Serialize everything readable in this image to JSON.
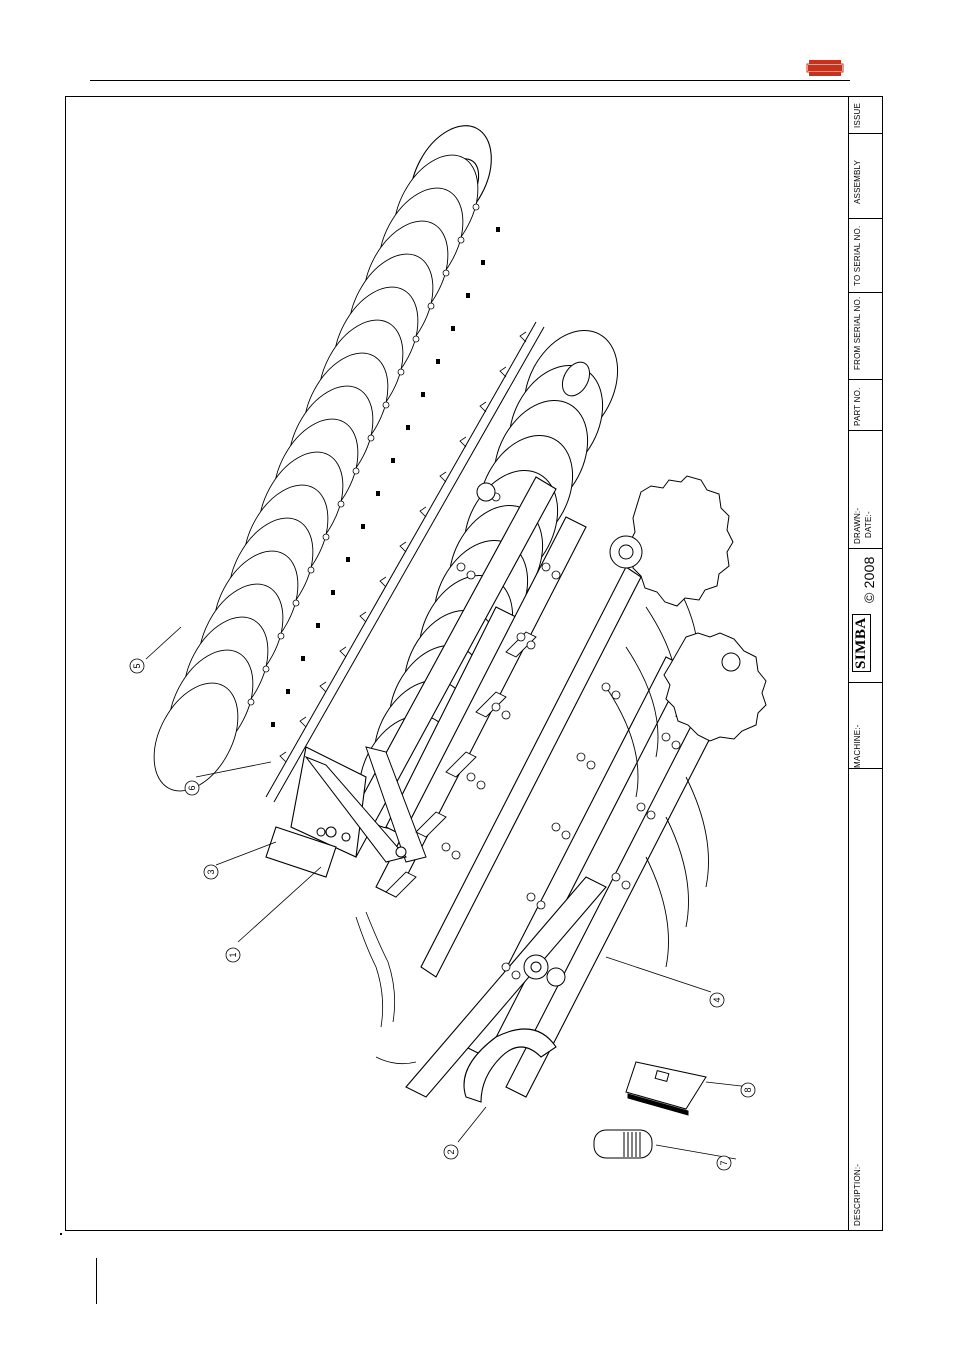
{
  "brand": {
    "logo_text": "SIMBA",
    "logo_color": "#c8311c"
  },
  "title_block": {
    "issue_label": "ISSUE",
    "assembly_label": "ASSEMBLY",
    "to_serial_label": "TO SERIAL NO.",
    "from_serial_label": "FROM SERIAL NO.",
    "part_no_label": "PART NO.",
    "drawn_label": "DRAWN:-",
    "date_label": "DATE:-",
    "copyright": "© 2008",
    "simba_mark": "SIMBA",
    "machine_label": "MACHINE:-",
    "description_label": "DESCRIPTION:-"
  },
  "callouts": [
    {
      "num": "1"
    },
    {
      "num": "2"
    },
    {
      "num": "3"
    },
    {
      "num": "4"
    },
    {
      "num": "5"
    },
    {
      "num": "6"
    },
    {
      "num": "7"
    },
    {
      "num": "8"
    }
  ]
}
